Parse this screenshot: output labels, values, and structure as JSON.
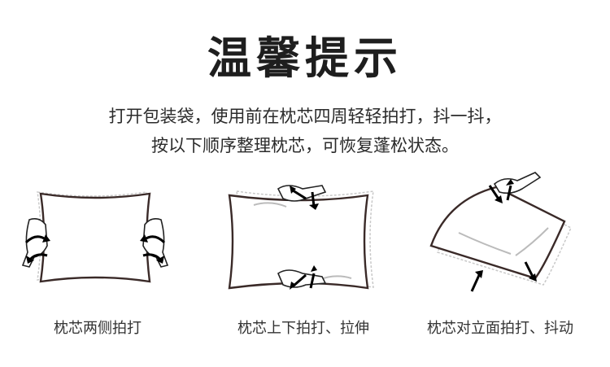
{
  "title": "温馨提示",
  "description": {
    "line1": "打开包装袋，使用前在枕芯四周轻轻拍打，抖一抖，",
    "line2": "按以下顺序整理枕芯，可恢复蓬松状态。"
  },
  "steps": [
    {
      "caption": "枕芯两侧拍打",
      "icon": "pillow-side-pat-illustration"
    },
    {
      "caption": "枕芯上下拍打、拉伸",
      "icon": "pillow-top-bottom-pat-illustration"
    },
    {
      "caption": "枕芯对立面拍打、抖动",
      "icon": "pillow-diagonal-shake-illustration"
    }
  ],
  "colors": {
    "text": "#222222",
    "pillow_outline": "#3a2a28",
    "shadow": "#c8c8c8"
  }
}
